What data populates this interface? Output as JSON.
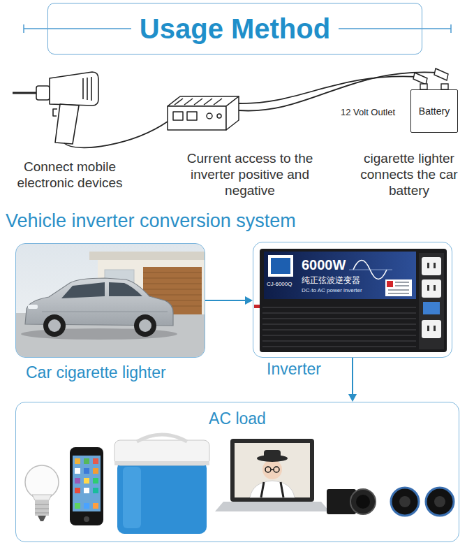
{
  "diagram": {
    "title": "Usage Method",
    "nodes": [
      {
        "text": [
          "Battery"
        ]
      },
      {
        "text": [
          "Car cigarette lighter"
        ]
      },
      {
        "text": [
          "Inverter"
        ]
      },
      {
        "text": [
          "AC load"
        ]
      }
    ],
    "edges": [
      {
        "from": 1,
        "to": 2,
        "arrow": "to"
      },
      {
        "from": 2,
        "to": 3,
        "arrow": "to"
      }
    ],
    "labels": [
      "12 Volt Outlet",
      "Connect mobile electronic devices",
      "Current access to the inverter positive and negative",
      "cigarette lighter connects the car battery",
      "Vehicle inverter conversion system",
      "6000W",
      "纯正弦波逆变器",
      "DC-to AC power inverter",
      "CJ-6000Q"
    ]
  }
}
